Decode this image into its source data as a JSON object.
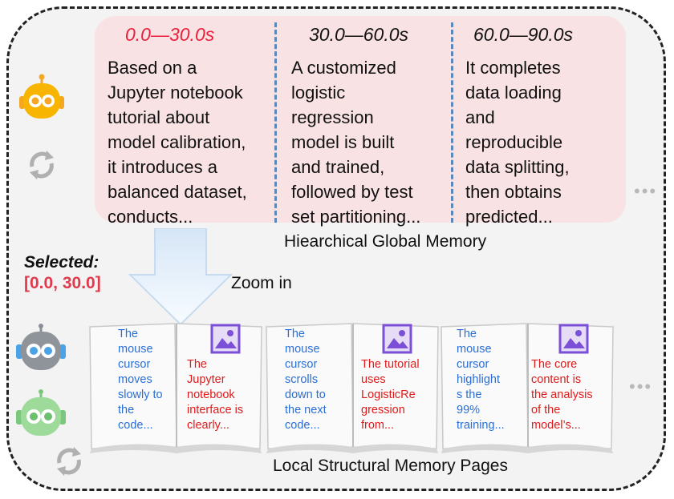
{
  "global_memory": {
    "label": "Hiearchical Global Memory",
    "segments": [
      {
        "time": "0.0—30.0s",
        "highlighted": true,
        "lines": [
          "Based on a",
          "Jupyter notebook",
          "tutorial about",
          "model calibration,",
          "it introduces a",
          "balanced dataset,",
          "conducts..."
        ]
      },
      {
        "time": "30.0—60.0s",
        "highlighted": false,
        "lines": [
          "A customized",
          "logistic",
          "regression",
          "model is built",
          "and trained,",
          "followed by test",
          "set partitioning..."
        ]
      },
      {
        "time": "60.0—90.0s",
        "highlighted": false,
        "lines": [
          "It completes",
          "data loading",
          "and",
          "reproducible",
          "data splitting,",
          "then obtains",
          "predicted..."
        ]
      }
    ],
    "ellipsis": "•••"
  },
  "selection": {
    "title": "Selected:",
    "range": "[0.0, 30.0]",
    "action_label": "Zoom in"
  },
  "local_memory": {
    "label": "Local Structural Memory Pages",
    "ellipsis": "•••",
    "books": [
      {
        "left_lines": [
          "The",
          "mouse",
          "cursor",
          "moves",
          "slowly to",
          "the",
          "code..."
        ],
        "right_lines": [
          "The",
          "Jupyter",
          "notebook",
          "interface is",
          "clearly..."
        ]
      },
      {
        "left_lines": [
          "The",
          "mouse",
          "cursor",
          "scrolls",
          "down to",
          "the next",
          "code..."
        ],
        "right_lines": [
          "The tutorial",
          "uses",
          "LogisticRe",
          "gression",
          "from..."
        ]
      },
      {
        "left_lines": [
          "The",
          "mouse",
          "cursor",
          "highlight",
          "s the",
          "99%",
          "training..."
        ],
        "right_lines": [
          "The core",
          "content is",
          "the analysis",
          "of the",
          "model’s..."
        ]
      }
    ]
  },
  "colors": {
    "highlight_time": "#e8213a",
    "left_page_text": "#2a6fd6",
    "right_page_text": "#e11b1b",
    "global_panel": "#f9e2e4",
    "divider": "#5b88b8"
  },
  "icons": [
    "robot-yellow-icon",
    "refresh-icon",
    "robot-gray-icon",
    "robot-green-icon",
    "refresh-icon",
    "image-icon",
    "down-arrow"
  ]
}
